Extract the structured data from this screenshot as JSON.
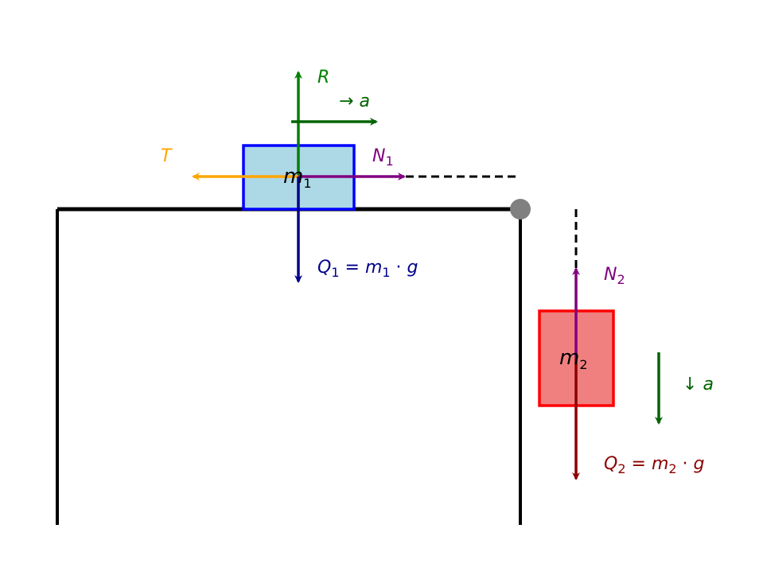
{
  "colors": {
    "table": "#000000",
    "pulley": "#808080",
    "block1_fill": "#add8e6",
    "block1_stroke": "#0000ff",
    "block2_fill": "#f08080",
    "block2_stroke": "#ff0000",
    "reaction": "#008000",
    "acceleration": "#006400",
    "tension": "#ffa500",
    "normal": "#800080",
    "weight1": "#00008b",
    "weight2": "#8b0000"
  },
  "labels": {
    "block1": {
      "base": "m",
      "sub": "1"
    },
    "block2": {
      "base": "m",
      "sub": "2"
    },
    "reaction": {
      "base": "R"
    },
    "acc_horizontal": {
      "prefix": "→ ",
      "base": "a"
    },
    "acc_vertical": {
      "prefix": "↓ ",
      "base": "a"
    },
    "tension": {
      "base": "T"
    },
    "n1": {
      "base": "N",
      "sub": "1"
    },
    "n2": {
      "base": "N",
      "sub": "2"
    },
    "q1": {
      "base": "Q",
      "sub": "1",
      "rhs_base": "m",
      "rhs_sub": "1",
      "rhs_tail": "g",
      "eq": " = ",
      "dot": " · "
    },
    "q2": {
      "base": "Q",
      "sub": "2",
      "rhs_base": "m",
      "rhs_sub": "2",
      "rhs_tail": "g",
      "eq": " = ",
      "dot": " · "
    }
  }
}
